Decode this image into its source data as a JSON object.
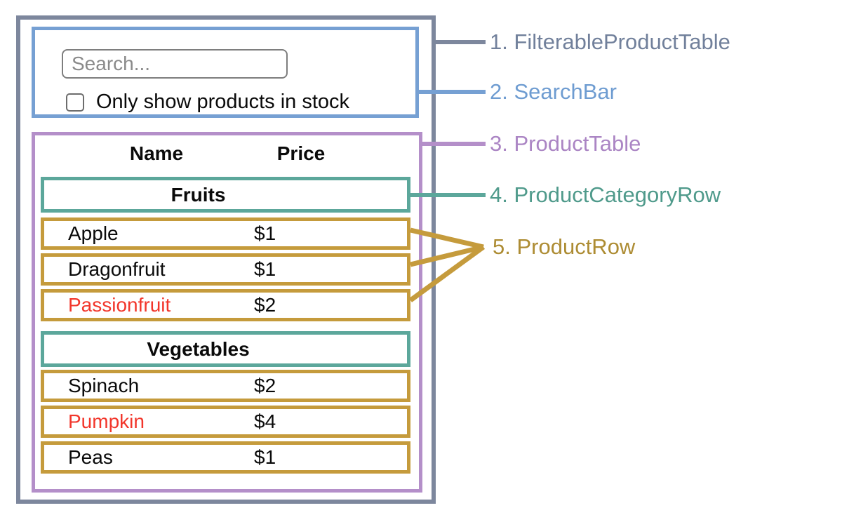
{
  "search_bar": {
    "placeholder": "Search...",
    "checkbox_label": "Only show products in stock",
    "checkbox_checked": false
  },
  "table": {
    "columns": [
      "Name",
      "Price"
    ],
    "groups": [
      {
        "category": "Fruits",
        "rows": [
          {
            "name": "Apple",
            "price": "$1",
            "stocked": true
          },
          {
            "name": "Dragonfruit",
            "price": "$1",
            "stocked": true
          },
          {
            "name": "Passionfruit",
            "price": "$2",
            "stocked": false
          }
        ]
      },
      {
        "category": "Vegetables",
        "rows": [
          {
            "name": "Spinach",
            "price": "$2",
            "stocked": true
          },
          {
            "name": "Pumpkin",
            "price": "$4",
            "stocked": false
          },
          {
            "name": "Peas",
            "price": "$1",
            "stocked": true
          }
        ]
      }
    ]
  },
  "legend": {
    "items": [
      {
        "label": "1. FilterableProductTable"
      },
      {
        "label": "2. SearchBar"
      },
      {
        "label": "3. ProductTable"
      },
      {
        "label": "4. ProductCategoryRow"
      },
      {
        "label": "5. ProductRow"
      }
    ]
  },
  "colors": {
    "gray": "#7d879d",
    "blue": "#76a0d3",
    "purple": "#b48fc9",
    "teal": "#5ca79b",
    "gold": "#c59b3c",
    "red": "#f2362b",
    "label_gray": "#71809b",
    "label_blue": "#6e9cd1",
    "label_purple": "#ab85c4",
    "label_teal": "#4f9a8b",
    "label_gold": "#ad8c33",
    "input_border": "#7e7e7e",
    "placeholder": "#8a8a8a"
  }
}
